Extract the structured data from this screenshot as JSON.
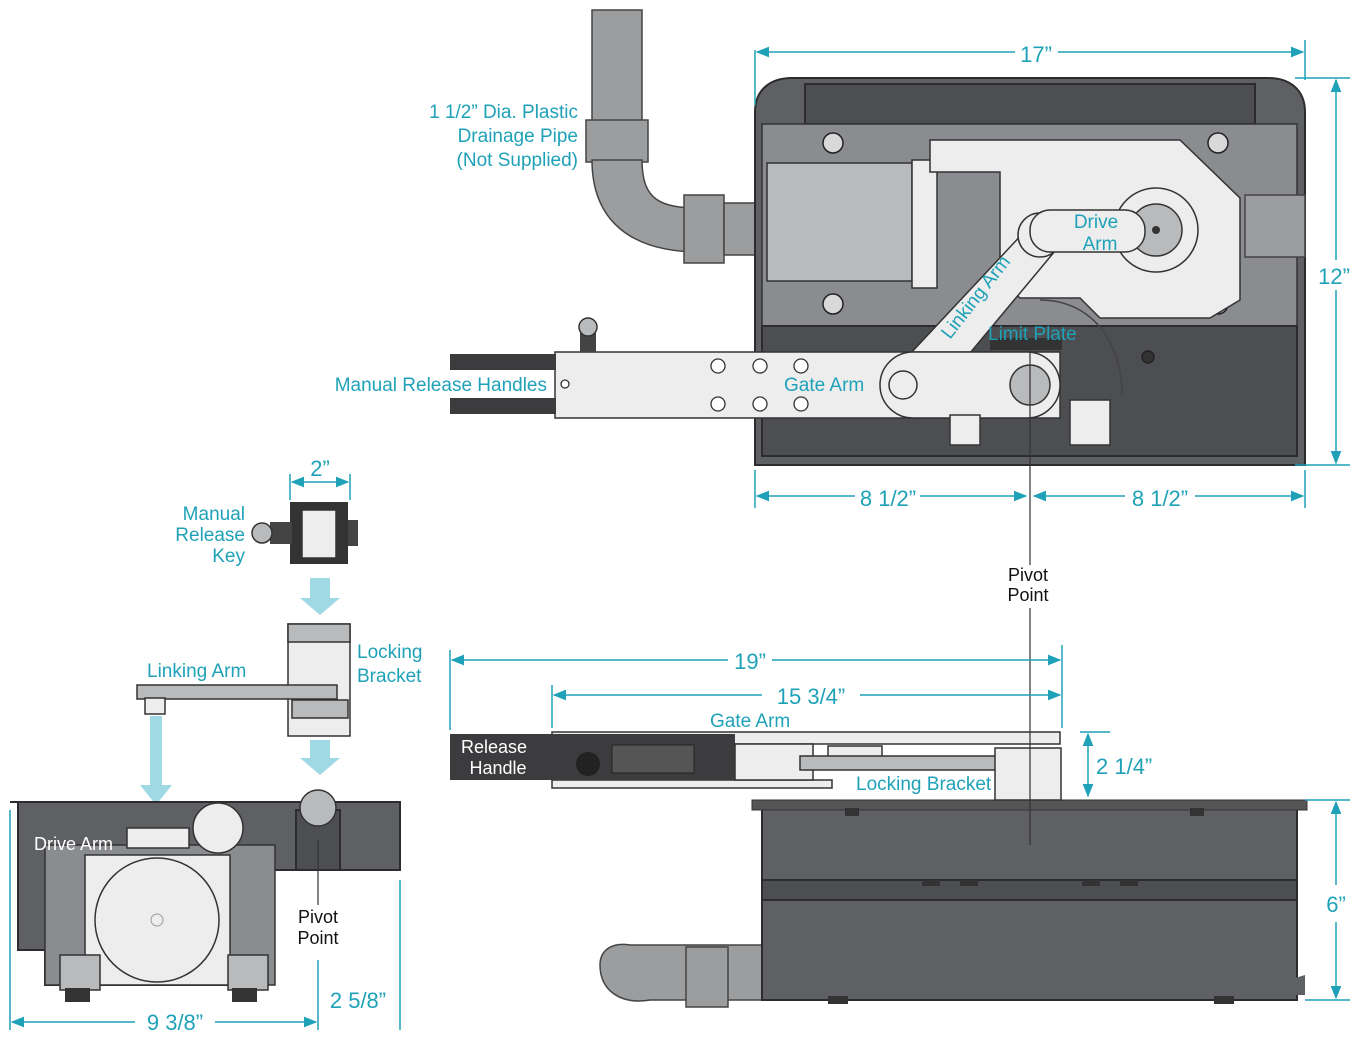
{
  "labels": {
    "pipe_line1": "1 1/2” Dia. Plastic",
    "pipe_line2": "Drainage Pipe",
    "pipe_line3": "(Not Supplied)",
    "drive_arm_line1": "Drive",
    "drive_arm_line2": "Arm",
    "linking_arm_top": "Linking Arm",
    "limit_plate": "Limit Plate",
    "manual_release_handles": "Manual Release Handles",
    "gate_arm_top": "Gate Arm",
    "pivot_line1": "Pivot",
    "pivot_line2": "Point",
    "manual_release_key_line1": "Manual",
    "manual_release_key_line2": "Release",
    "manual_release_key_line3": "Key",
    "locking_bracket_line1": "Locking",
    "locking_bracket_line2": "Bracket",
    "linking_arm_side": "Linking Arm",
    "drive_arm_side": "Drive Arm",
    "gate_arm_side": "Gate Arm",
    "release_line1": "Release",
    "release_line2": "Handle",
    "locking_bracket_side": "Locking Bracket"
  },
  "dimensions": {
    "top_width": "17”",
    "top_height": "12”",
    "half_left": "8 1/2”",
    "half_right": "8 1/2”",
    "key_width": "2”",
    "overall_length": "19”",
    "arm_length": "15 3/4”",
    "bracket_height": "2 1/4”",
    "box_height": "6”",
    "end_width": "9 3/8”",
    "end_offset": "2 5/8”"
  },
  "colors": {
    "accent": "#1fa2b8",
    "housing": "#5f6063",
    "parts": "#ededee"
  }
}
